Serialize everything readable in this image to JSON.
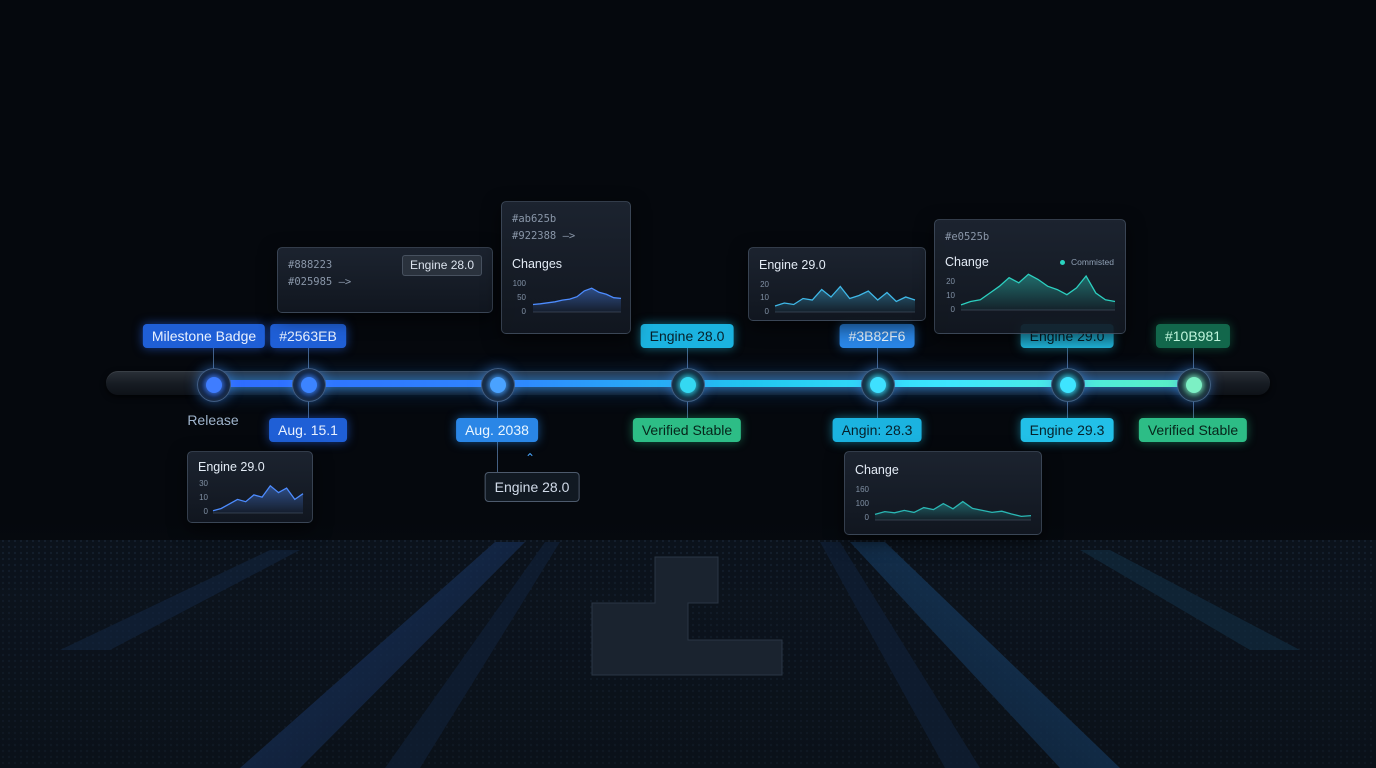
{
  "colors": {
    "blue": "#2563EB",
    "mid_blue": "#3B82F6",
    "cyan": "#22D3EE",
    "green": "#10B981"
  },
  "milestones": [
    {
      "top_badge": "Milestone Badge",
      "bottom_label": "Release",
      "core_color": "#3f7dff"
    },
    {
      "top_badge": "#2563EB",
      "bottom_badge": "Aug. 15.1",
      "core_color": "#3c84ff"
    },
    {
      "bottom_badge": "Aug. 2038",
      "core_color": "#4aa2ff"
    },
    {
      "top_badge": "Engine 28.0",
      "bottom_badge": "Verified Stable",
      "core_color": "#34d8f2"
    },
    {
      "top_badge": "#3B82F6",
      "bottom_badge": "Angin: 28.3",
      "core_color": "#3ee0ff"
    },
    {
      "top_badge": "Engine 29.0",
      "bottom_badge": "Engine 29.3",
      "core_color": "#3ee4ff"
    },
    {
      "top_badge": "#10B981",
      "bottom_badge": "Verified Stable",
      "core_color": "#7cf0c4"
    }
  ],
  "panels": {
    "commit_panel": {
      "hash_1": "#888223",
      "hash_2": "#025985 —>",
      "chip": "Engine 28.0"
    },
    "changes_panel": {
      "hash_1": "#ab625b",
      "hash_2": "#922388 —>",
      "title": "Changes",
      "y_ticks": [
        "100",
        "50",
        "0"
      ]
    },
    "engine29_panel": {
      "title": "Engine 29.0",
      "y_ticks": [
        "20",
        "10",
        "0"
      ]
    },
    "change_top_panel": {
      "hash_1": "#e0525b",
      "title": "Change",
      "legend": "Commisted",
      "y_ticks": [
        "20",
        "10",
        "0"
      ]
    },
    "engine29_lower_panel": {
      "title": "Engine 29.0",
      "y_ticks": [
        "30",
        "10",
        "0"
      ]
    },
    "engine28_tooltip": {
      "label": "Engine 28.0"
    },
    "change_lower_panel": {
      "title": "Change",
      "y_ticks": [
        "160",
        "100",
        "0"
      ]
    }
  },
  "chart_data": [
    {
      "type": "area",
      "title": "Changes",
      "ylim": [
        0,
        100
      ],
      "values": [
        22,
        24,
        27,
        30,
        35,
        38,
        45,
        62,
        70,
        58,
        52,
        42,
        40
      ]
    },
    {
      "type": "area",
      "title": "Engine 29.0",
      "ylim": [
        0,
        20
      ],
      "values": [
        4,
        6,
        5,
        9,
        8,
        15,
        10,
        17,
        9,
        11,
        14,
        8,
        13,
        7,
        10,
        8
      ]
    },
    {
      "type": "area",
      "title": "Change",
      "ylim": [
        0,
        20
      ],
      "values": [
        3,
        5,
        6,
        10,
        14,
        19,
        16,
        21,
        18,
        14,
        12,
        9,
        13,
        20,
        10,
        6,
        5
      ]
    },
    {
      "type": "area",
      "title": "Engine 29.0",
      "ylim": [
        0,
        30
      ],
      "values": [
        2,
        4,
        8,
        12,
        10,
        16,
        14,
        24,
        18,
        22,
        12,
        17
      ]
    },
    {
      "type": "area",
      "title": "Change",
      "ylim": [
        0,
        160
      ],
      "values": [
        28,
        42,
        36,
        48,
        38,
        62,
        52,
        82,
        56,
        92,
        58,
        48,
        38,
        44,
        30,
        18,
        22
      ]
    }
  ]
}
